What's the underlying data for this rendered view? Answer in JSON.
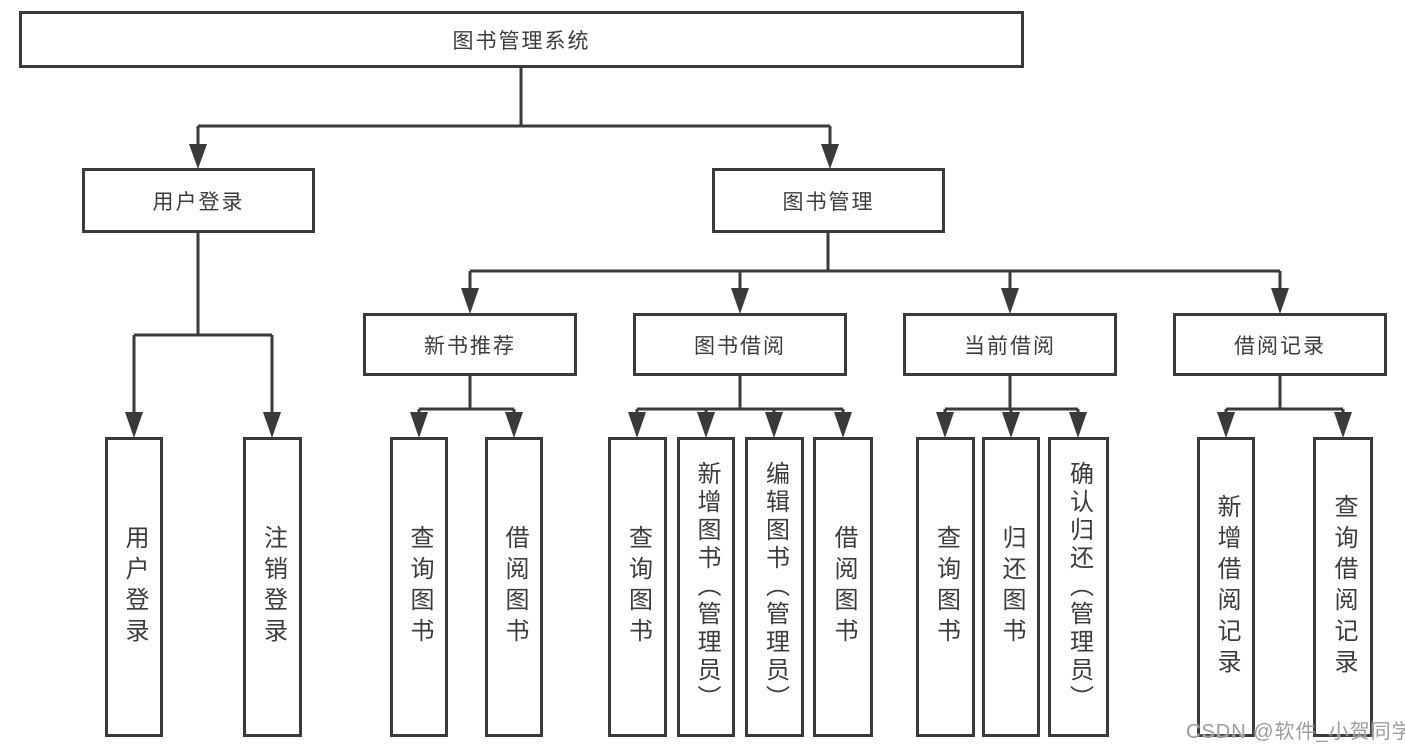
{
  "diagram": {
    "type": "tree",
    "title": "图书管理系统",
    "watermark": "CSDN @软件_小贺同学",
    "colors": {
      "line": "#3a3a3a",
      "text": "#3c3c3c",
      "box_fill": "#ffffff",
      "background": "#ffffff",
      "watermark": "#9c9c9c"
    },
    "root": {
      "label": "图书管理系统",
      "children": [
        {
          "label": "用户登录",
          "children": [
            {
              "label": "用户登录"
            },
            {
              "label": "注销登录"
            }
          ]
        },
        {
          "label": "图书管理",
          "children": [
            {
              "label": "新书推荐",
              "children": [
                {
                  "label": "查询图书"
                },
                {
                  "label": "借阅图书"
                }
              ]
            },
            {
              "label": "图书借阅",
              "children": [
                {
                  "label": "查询图书"
                },
                {
                  "label": "新增图书（管理员）"
                },
                {
                  "label": "编辑图书（管理员）"
                },
                {
                  "label": "借阅图书"
                }
              ]
            },
            {
              "label": "当前借阅",
              "children": [
                {
                  "label": "查询图书"
                },
                {
                  "label": "归还图书"
                },
                {
                  "label": "确认归还（管理员）"
                }
              ]
            },
            {
              "label": "借阅记录",
              "children": [
                {
                  "label": "新增借阅记录"
                },
                {
                  "label": "查询借阅记录"
                }
              ]
            }
          ]
        }
      ]
    }
  }
}
